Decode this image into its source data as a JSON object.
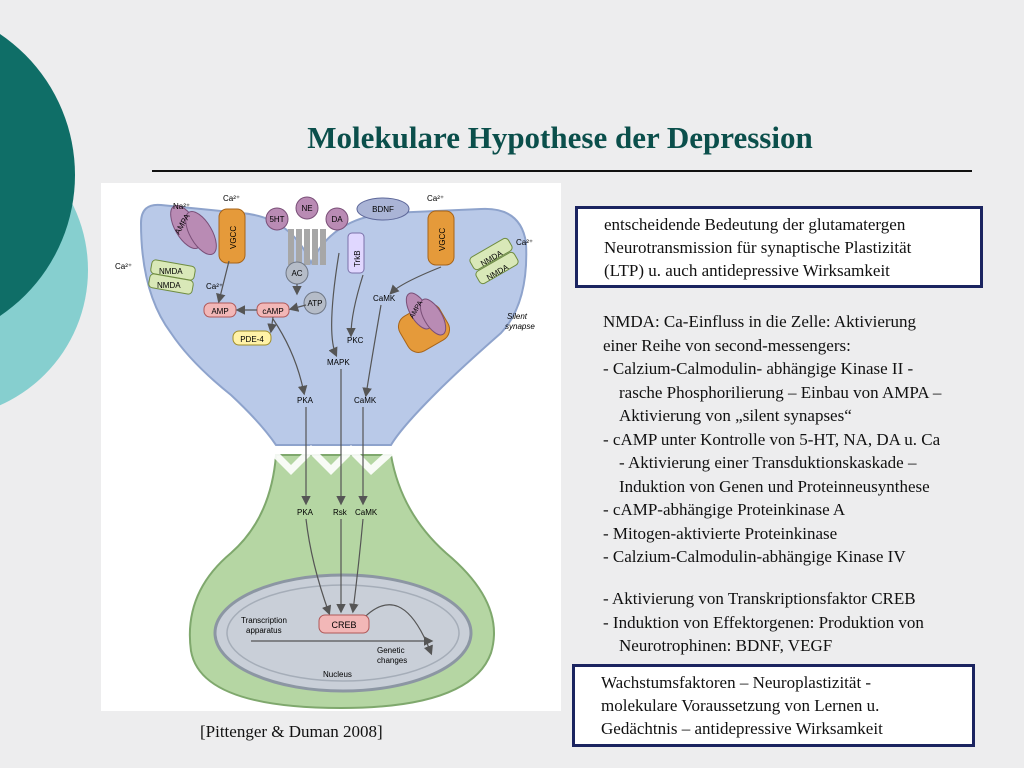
{
  "slide": {
    "title": "Molekulare Hypothese der Depression",
    "citation": "[Pittenger & Duman 2008]",
    "box_top": [
      "entscheidende Bedeutung der glutamatergen",
      "Neurotransmission für synaptische Plastizität",
      "(LTP) u. auch antidepressive Wirksamkeit"
    ],
    "nmda_text": [
      "NMDA: Ca-Einfluss in die Zelle: Aktivierung",
      "einer Reihe von second-messengers:",
      "- Calzium-Calmodulin- abhängige Kinase II -",
      "  rasche Phosphorilierung – Einbau von AMPA –",
      "  Aktivierung von „silent synapses“",
      "- cAMP unter Kontrolle von 5-HT, NA, DA u. Ca",
      "  - Aktivierung einer Transduktionskaskade –",
      "  Induktion von Genen und Proteinneusynthese",
      "- cAMP-abhängige Proteinkinase A",
      "- Mitogen-aktivierte Proteinkinase",
      "- Calzium-Calmodulin-abhängige Kinase IV"
    ],
    "creb_text": [
      "- Aktivierung von Transkriptionsfaktor CREB",
      "- Induktion von Effektorgenen: Produktion von",
      "  Neurotrophinen: BDNF, VEGF"
    ],
    "box_bottom": [
      "Wachstumsfaktoren – Neuroplastizität -",
      "molekulare Voraussetzung von Lernen u.",
      "Gedächtnis – antidepressive Wirksamkeit"
    ]
  },
  "diagram": {
    "na": "Na²⁺",
    "ca": "Ca²⁺",
    "ampa": "AMPA",
    "nmda": "NMDA",
    "vgcc": "VGCC",
    "trkb": "TrkB",
    "ht5": "5HT",
    "ne": "NE",
    "da": "DA",
    "bdnf": "BDNF",
    "ac": "AC",
    "atp": "ATP",
    "amp": "AMP",
    "camp": "cAMP",
    "pde4": "PDE-4",
    "camk": "CaMK",
    "pkc": "PKC",
    "mapk": "MAPK",
    "pka": "PKA",
    "rsk": "Rsk",
    "silent": "Silent",
    "synapse": "synapse",
    "creb": "CREB",
    "transcription": "Transcription",
    "apparatus": "apparatus",
    "genetic": "Genetic",
    "changes": "changes",
    "nucleus": "Nucleus"
  },
  "colors": {
    "title": "#0b4f4b",
    "decor_dark": "#0f6e67",
    "decor_light": "#86cfcf",
    "box_border": "#1b2460",
    "presynaptic": "#b9c9e8",
    "postsynaptic": "#b5d6a3",
    "receptor_purple": "#b98bb4",
    "channel_orange": "#e59a3a",
    "nmda_green": "#d9e8b8"
  }
}
